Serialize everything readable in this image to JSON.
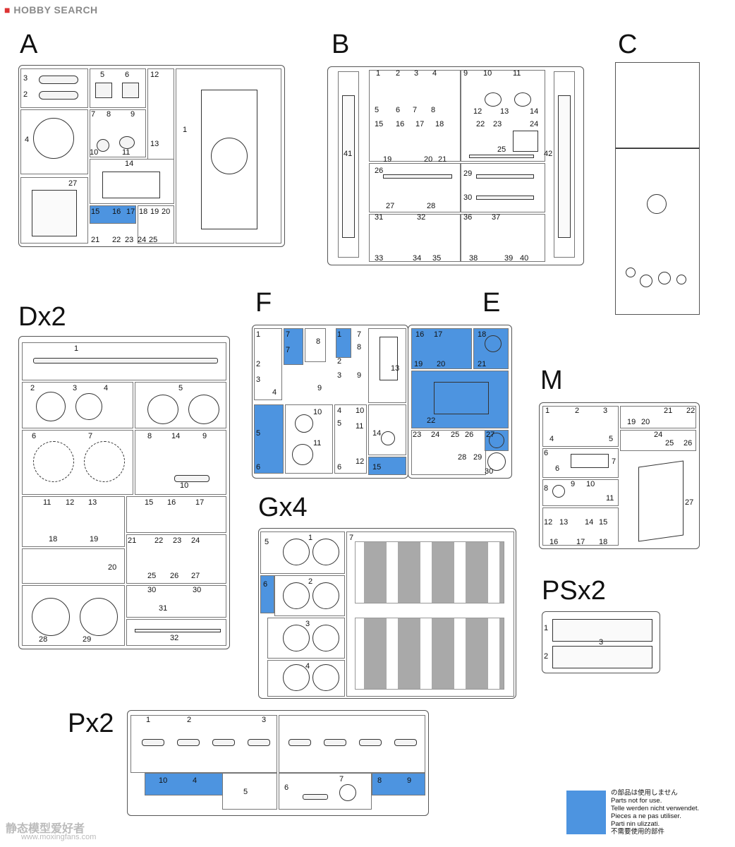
{
  "site": {
    "logo": "HOBBY SEARCH"
  },
  "sheets": {
    "A": {
      "label": "A",
      "parts": [
        "1",
        "2",
        "3",
        "4",
        "5",
        "6",
        "7",
        "8",
        "9",
        "10",
        "11",
        "12",
        "13",
        "14",
        "15",
        "16",
        "17",
        "18",
        "19",
        "20",
        "21",
        "22",
        "23",
        "24",
        "25",
        "27"
      ]
    },
    "B": {
      "label": "B",
      "parts": [
        "1",
        "2",
        "3",
        "4",
        "5",
        "6",
        "7",
        "8",
        "9",
        "10",
        "11",
        "12",
        "13",
        "14",
        "15",
        "16",
        "17",
        "18",
        "19",
        "20",
        "21",
        "22",
        "23",
        "24",
        "25",
        "26",
        "27",
        "28",
        "29",
        "30",
        "31",
        "32",
        "33",
        "34",
        "35",
        "36",
        "37",
        "38",
        "39",
        "40",
        "41",
        "42"
      ]
    },
    "C": {
      "label": "C"
    },
    "D": {
      "label": "Dx2",
      "parts": [
        "1",
        "2",
        "3",
        "4",
        "5",
        "6",
        "7",
        "8",
        "9",
        "10",
        "11",
        "12",
        "13",
        "14",
        "15",
        "16",
        "17",
        "18",
        "19",
        "20",
        "21",
        "22",
        "23",
        "24",
        "25",
        "26",
        "27",
        "28",
        "29",
        "30",
        "31",
        "32"
      ]
    },
    "F": {
      "label": "F",
      "parts": [
        "1",
        "2",
        "3",
        "4",
        "5",
        "6",
        "7",
        "8",
        "9",
        "10",
        "11",
        "12",
        "13",
        "14",
        "15"
      ]
    },
    "E": {
      "label": "E",
      "parts": [
        "16",
        "17",
        "18",
        "19",
        "20",
        "21",
        "22",
        "23",
        "24",
        "25",
        "26",
        "27",
        "28",
        "29",
        "30"
      ]
    },
    "M": {
      "label": "M",
      "parts": [
        "1",
        "2",
        "3",
        "4",
        "5",
        "6",
        "7",
        "8",
        "9",
        "10",
        "11",
        "12",
        "13",
        "14",
        "15",
        "16",
        "17",
        "18",
        "19",
        "20",
        "21",
        "22",
        "24",
        "25",
        "26",
        "27"
      ]
    },
    "G": {
      "label": "Gx4",
      "parts": [
        "1",
        "2",
        "3",
        "4",
        "5",
        "6",
        "7"
      ]
    },
    "PS": {
      "label": "PSx2",
      "parts": [
        "1",
        "2",
        "3"
      ]
    },
    "P": {
      "label": "Px2",
      "parts": [
        "1",
        "2",
        "3",
        "4",
        "5",
        "6",
        "7",
        "8",
        "9",
        "10"
      ]
    }
  },
  "legend": {
    "lines": [
      "の部品は使用しません",
      "Parts not for use.",
      "Telle werden nicht verwendet.",
      "Pieces a ne pas utiliser.",
      "Parti nin ulizzati.",
      "不需要使用的部件"
    ],
    "color": "#4d94e0"
  },
  "watermark": {
    "cn": "静态模型爱好者",
    "url": "www.moxingfans.com"
  }
}
